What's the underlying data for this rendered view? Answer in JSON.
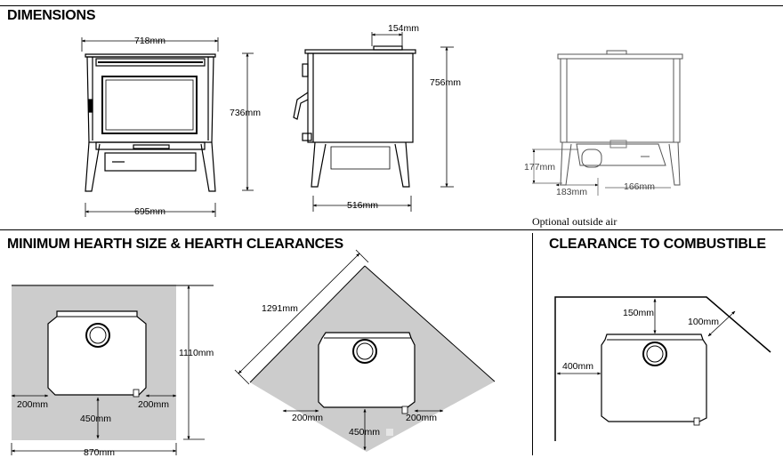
{
  "sections": {
    "dimensions": "DIMENSIONS",
    "hearth": "MINIMUM HEARTH SIZE & HEARTH CLEARANCES",
    "combustible": "CLEARANCE TO COMBUSTIBLE"
  },
  "front_view": {
    "top_width": "718mm",
    "base_width": "695mm",
    "height": "736mm"
  },
  "side_view": {
    "flue_offset": "154mm",
    "depth": "516mm",
    "height": "756mm"
  },
  "outside_air": {
    "height": "177mm",
    "side_offset": "183mm",
    "rear_offset": "166mm",
    "caption": "Optional outside air"
  },
  "hearth_rect": {
    "height": "1110mm",
    "left_clear": "200mm",
    "right_clear": "200mm",
    "front_clear": "450mm",
    "width": "870mm"
  },
  "hearth_corner": {
    "diagonal": "1291mm",
    "left_clear": "200mm",
    "right_clear": "200mm",
    "front_clear": "450mm"
  },
  "combustible": {
    "rear": "150mm",
    "corner": "100mm",
    "side": "400mm"
  },
  "colors": {
    "hearth_fill": "#cccccc",
    "line": "#000000",
    "light_line": "#555555"
  }
}
